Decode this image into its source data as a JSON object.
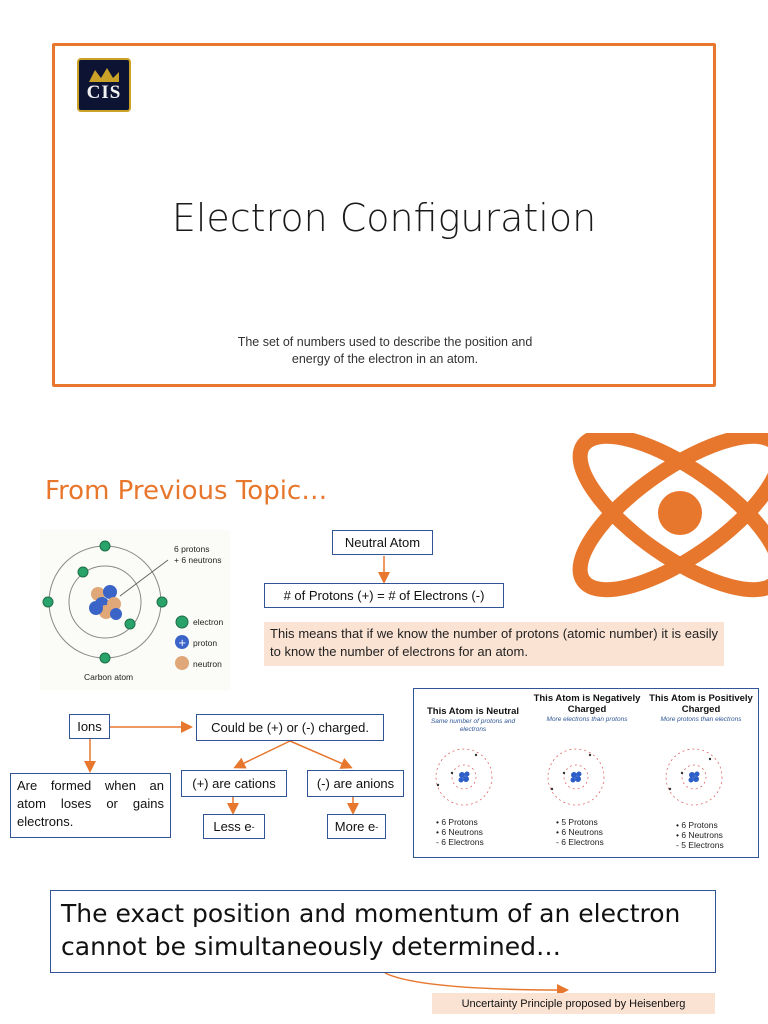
{
  "slide1": {
    "logo_text": "CIS",
    "title": "Electron Configuration",
    "subtitle_line1": "The set of numbers used to describe the position and",
    "subtitle_line2": "energy of the electron in an atom."
  },
  "slide2": {
    "heading": "From Previous Topic…",
    "carbon_figure": {
      "protons_label": "6 protons",
      "neutrons_label": "+ 6 neutrons",
      "legend_electron": "electron",
      "legend_proton": "proton",
      "legend_neutron": "neutron",
      "caption": "Carbon atom"
    },
    "neutral_atom": "Neutral Atom",
    "equality": "# of Protons (+) = # of Electrons (-)",
    "note": "This means that if we know the number of protons (atomic number) it is easily to know the number of electrons for an atom.",
    "ions": "Ions",
    "could_be": "Could be (+) or (-) charged.",
    "formed": "Are formed when an atom loses or gains electrons.",
    "cations": "(+) are cations",
    "anions": "(-) are anions",
    "less_e": "Less e",
    "more_e": "More e",
    "e_sup": "-",
    "charged_panel": [
      {
        "title": "This Atom is Neutral",
        "sub": "Same number of protons and electrons",
        "items": [
          "• 6 Protons",
          "• 6 Neutrons",
          "- 6 Electrons"
        ]
      },
      {
        "title": "This Atom is Negatively Charged",
        "sub": "More electrons than protons",
        "items": [
          "• 5 Protons",
          "• 6 Neutrons",
          "- 6 Electrons"
        ]
      },
      {
        "title": "This Atom is Positively Charged",
        "sub": "More protons than electrons",
        "items": [
          "• 6 Protons",
          "• 6 Neutrons",
          "- 5 Electrons"
        ]
      }
    ]
  },
  "slide3": {
    "statement": "The exact position and momentum of an electron cannot be simultaneously determined…",
    "principle": "Uncertainty Principle proposed by Heisenberg"
  },
  "colors": {
    "accent": "#e8772e",
    "box_border": "#2f5597",
    "note_bg": "#fbe3d4"
  }
}
